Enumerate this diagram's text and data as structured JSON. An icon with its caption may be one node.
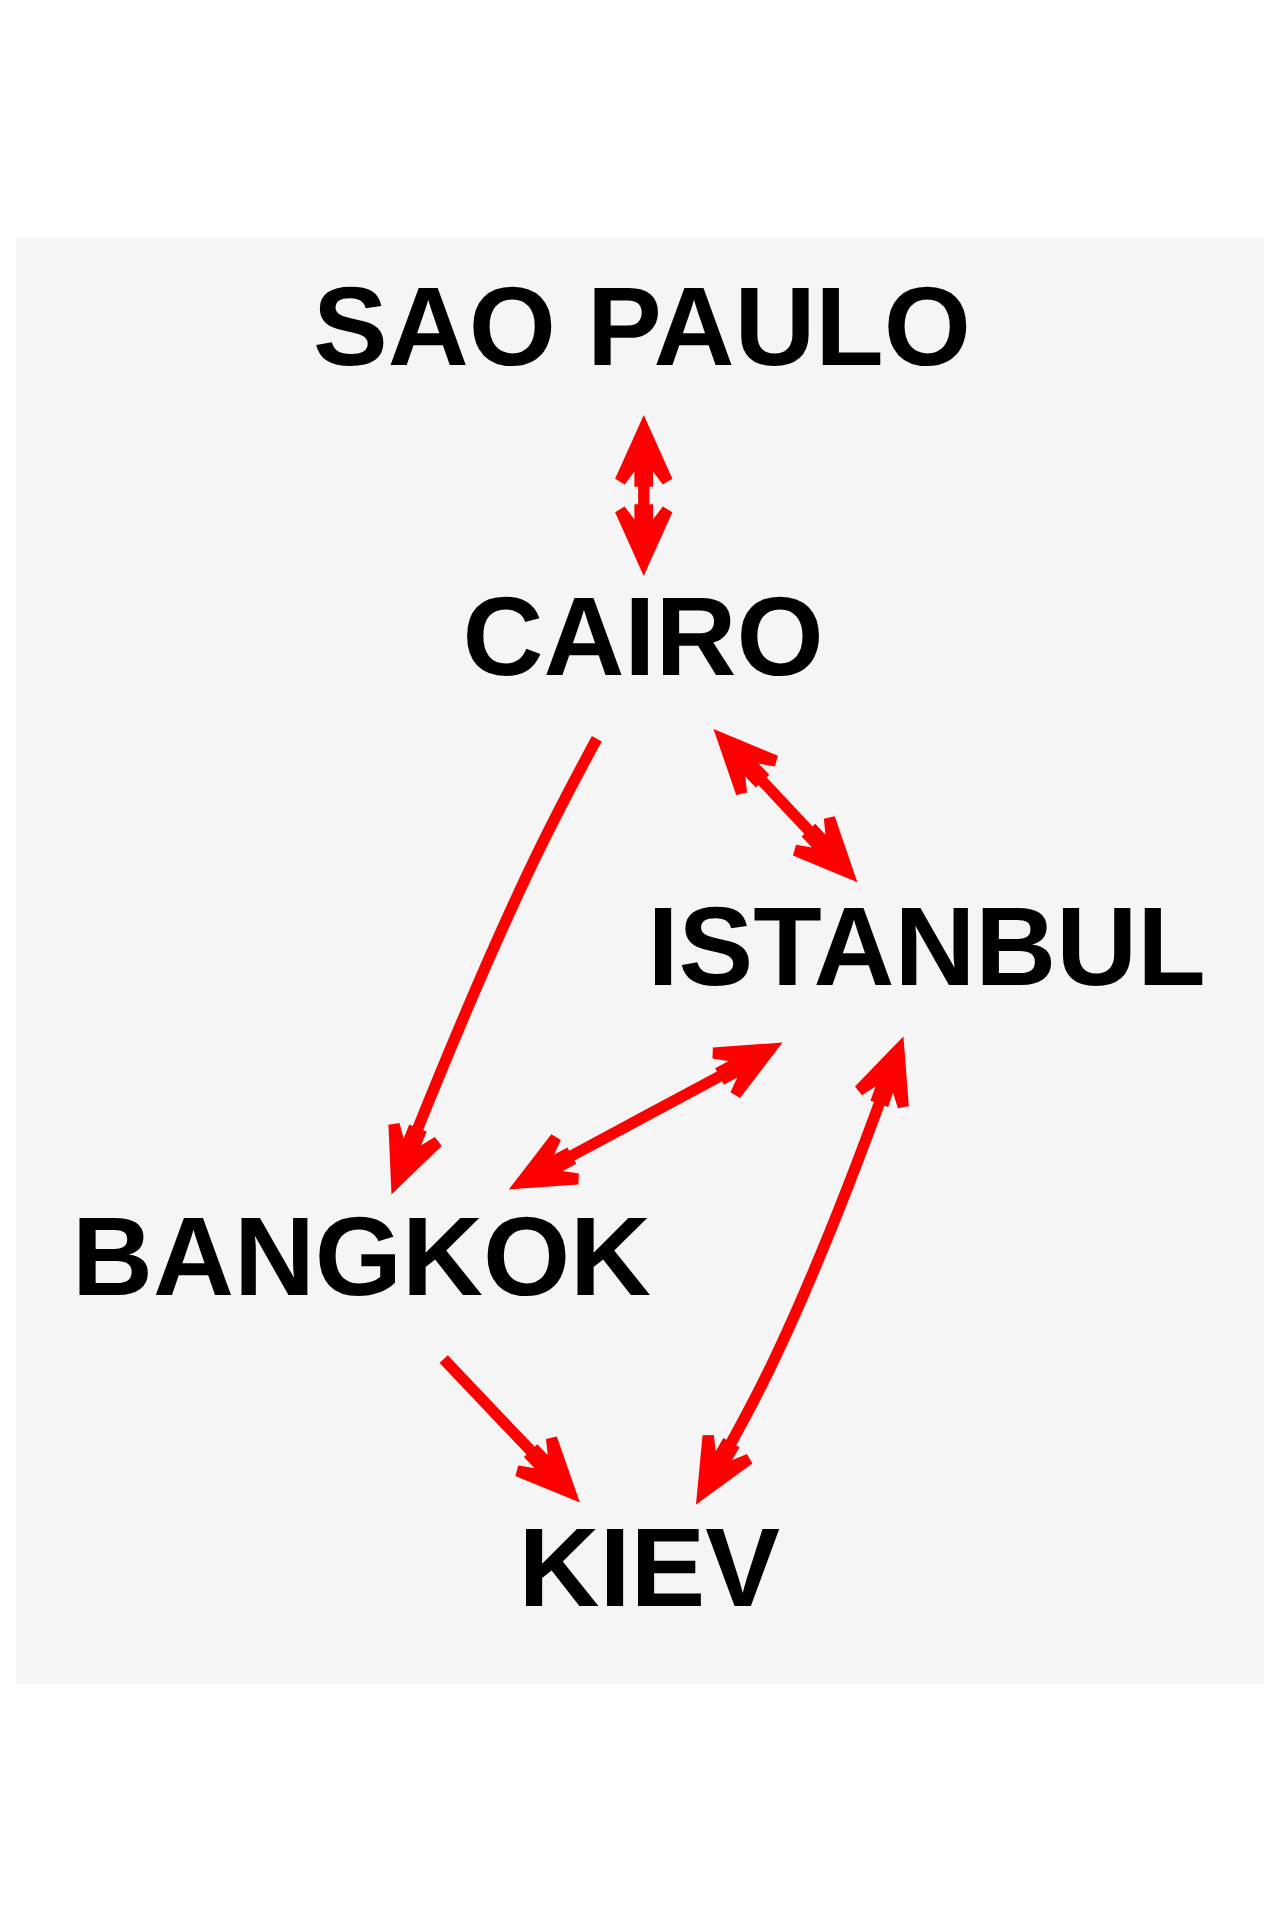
{
  "diagram": {
    "nodes": [
      {
        "text": [
          "SAO PAULO"
        ]
      },
      {
        "text": [
          "CAIRO"
        ]
      },
      {
        "text": [
          "ISTANBUL"
        ]
      },
      {
        "text": [
          "BANGKOK"
        ]
      },
      {
        "text": [
          "KIEV"
        ]
      }
    ],
    "edges": [
      {
        "from": 0,
        "to": 1,
        "arrow": "both"
      },
      {
        "from": 1,
        "to": 2,
        "arrow": "both"
      },
      {
        "from": 1,
        "to": 3,
        "arrow": "to"
      },
      {
        "from": 2,
        "to": 3,
        "arrow": "both"
      },
      {
        "from": 2,
        "to": 4,
        "arrow": "both"
      },
      {
        "from": 3,
        "to": 4,
        "arrow": "to"
      }
    ]
  }
}
